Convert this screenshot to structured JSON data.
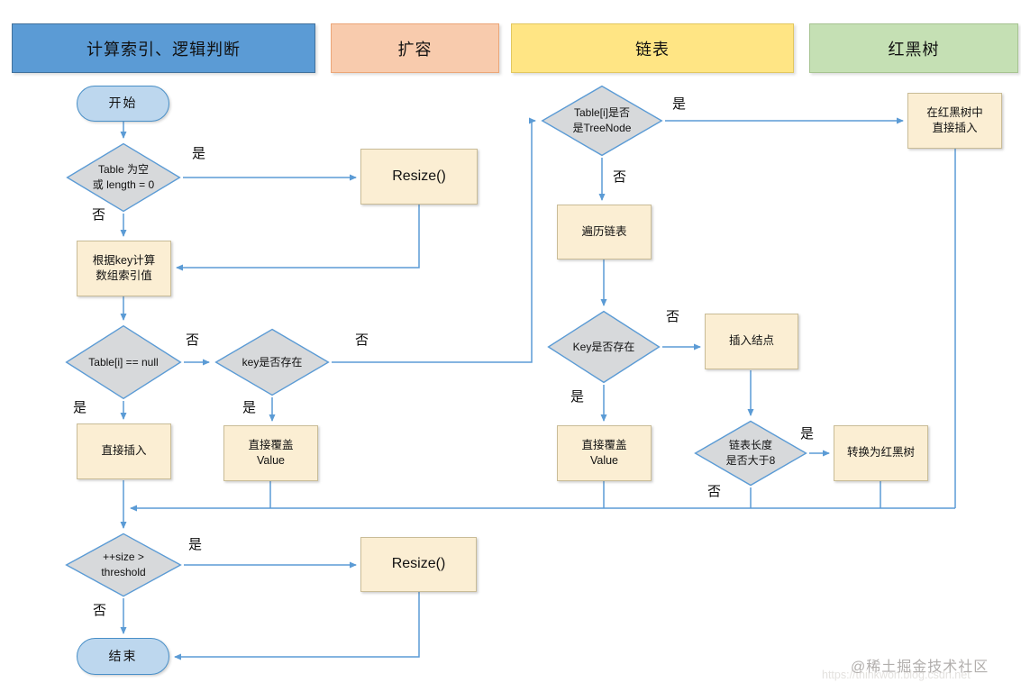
{
  "title_bars": [
    {
      "label": "计算索引、逻辑判断",
      "fill": "#5B9BD5"
    },
    {
      "label": "扩容",
      "fill": "#F8CBAD"
    },
    {
      "label": "链表",
      "fill": "#FFE584"
    },
    {
      "label": "红黑树",
      "fill": "#C5E0B4"
    }
  ],
  "flow": {
    "nodes": {
      "start": "开始",
      "check_table_empty": "Table 为空\n或 length = 0",
      "resize_top": "Resize()",
      "calc_index": "根据key计算\n数组索引值",
      "check_table_null": "Table[i] == null",
      "check_key_exists": "key是否存在",
      "insert_direct": "直接插入",
      "cover_value_left": "直接覆盖\nValue",
      "check_treenode": "Table[i]是否\n是TreeNode",
      "rbt_insert": "在红黑树中\n直接插入",
      "traverse_list": "遍历链表",
      "check_key_exists_list": "Key是否存在",
      "insert_node": "插入结点",
      "cover_value_mid": "直接覆盖\nValue",
      "check_list_length": "链表长度\n是否大于8",
      "convert_rbt": "转换为红黑树",
      "check_size": "++size >\nthreshold",
      "resize_bottom": "Resize()",
      "end": "结束"
    },
    "edge_labels": {
      "table_empty_yes": "是",
      "table_empty_no": "否",
      "table_null_no": "否",
      "table_null_yes": "是",
      "key_exists_no": "否",
      "key_exists_yes": "是",
      "treenode_yes": "是",
      "treenode_no": "否",
      "key_exists_list_no": "否",
      "key_exists_list_yes": "是",
      "list_length_yes": "是",
      "list_length_no": "否",
      "size_yes": "是",
      "size_no": "否"
    }
  },
  "watermark": {
    "community": "@稀土掘金技术社区",
    "url": "https://thinkwon.blog.csdn.net"
  },
  "colors": {
    "connector": "#5B9BD5",
    "diamond_fill": "#D7D9DB",
    "diamond_border": "#5B9BD5",
    "process_fill": "#FBEED3",
    "process_border": "#C9BC97",
    "terminal_fill": "#BDD7EE",
    "terminal_border": "#4A90C8"
  }
}
